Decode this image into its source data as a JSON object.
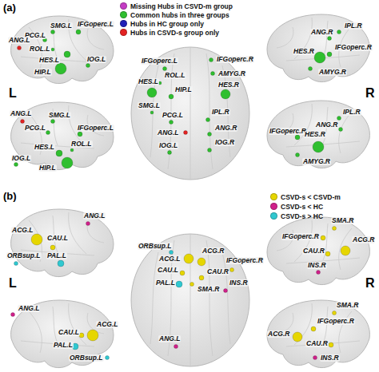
{
  "diagram": {
    "labels": [
      "(a)",
      "IFGoperc.L",
      "SMG.L",
      "PCG.L",
      "ROL.L",
      "HES.L",
      "HIP.L",
      "ANG.L",
      "IOG.L",
      "IPL.R",
      "ANG.R",
      "IFGoperc.R",
      "HES.R",
      "AMYG.R",
      "IFGoperc.L",
      "ROL.L",
      "HES.L",
      "HIP.L",
      "SMG.L",
      "PCG.L",
      "ANG.L",
      "IOG.L",
      "IFGoperc.R",
      "AMYG.R",
      "HES.R",
      "IPL.R",
      "ANG.R",
      "IOG.R",
      "L",
      "R",
      "ANG.L",
      "SMG.L",
      "PCG.L",
      "IFGoperc.L",
      "ROL.L",
      "HES.L",
      "IOG.L",
      "HIP.L",
      "IPL.R",
      "ANG.R",
      "IFGoperc.R",
      "HES.R",
      "AMYG.R",
      "(b)",
      "ACG.L",
      "ANG.L",
      "CAU.L",
      "PAL.L",
      "ORBsup.L",
      "SMA.R",
      "IFGoperc.R",
      "ACG.R",
      "CAU.R",
      "INS.R",
      "ORBsup.L",
      "ACG.L",
      "ACG.R",
      "IFGoperc.R",
      "CAU.L",
      "CAU.R",
      "PAL.L",
      "SMA.R",
      "INS.R",
      "ANG.L",
      "L",
      "R",
      "ANG.L",
      "ACG.L",
      "CAU.L",
      "PAL.L",
      "ORBsup.L",
      "SMA.R",
      "IFGoperc.R",
      "ACG.R",
      "CAU.R",
      "INS.R"
    ],
    "legend": [
      {
        "text": "Missing Hubs in CSVD-m group",
        "color": "#c43cc4"
      },
      {
        "text": "Common hubs in three groups",
        "color": "#2fbf2f"
      },
      {
        "text": "Hubs in HC group only",
        "color": "#1f1fb8"
      },
      {
        "text": "Hubs in CSVD-s group only",
        "color": "#e32222"
      },
      {
        "text": "CSVD-s < CSVD-m",
        "color": "#e6d600"
      },
      {
        "text": "CSVD-s < HC",
        "color": "#d0208a"
      },
      {
        "text": "CSVD-s > HC",
        "color": "#30c8d0"
      }
    ]
  }
}
